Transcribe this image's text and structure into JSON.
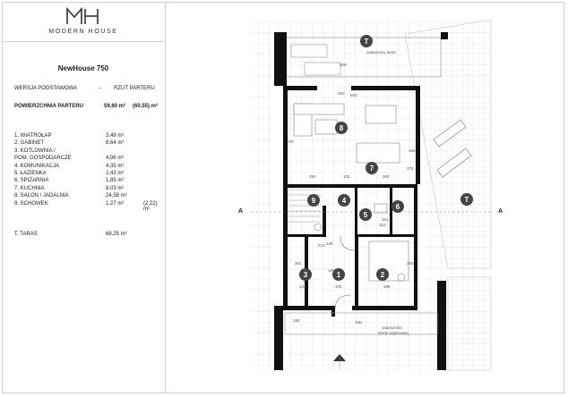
{
  "logo": {
    "mark": "MH",
    "text": "MODERN HOUSE"
  },
  "project": {
    "title": "NewHouse 750",
    "version_label": "WERSJA PODSTAWOWA",
    "separator": "-",
    "floor_label": "RZUT PARTERU",
    "area_label": "POWIERZCHNIA PARTERU",
    "area_value": "59,60 m²",
    "area_alt": "(60,55) m²"
  },
  "rooms": [
    {
      "label": "1.  WIATROŁAP",
      "value": "3,49 m²",
      "alt": ""
    },
    {
      "label": "2.  GABINET",
      "value": "8,64 m²",
      "alt": ""
    },
    {
      "label": "3.  KOTLOWNIA /",
      "value": "",
      "alt": ""
    },
    {
      "label": "     POM. GOSPODARCZE",
      "value": "4,96 m²",
      "alt": ""
    },
    {
      "label": "4.  KOMUNIKACJA",
      "value": "4,35 m²",
      "alt": ""
    },
    {
      "label": "5.  ŁAZIENKA",
      "value": "2,43 m²",
      "alt": ""
    },
    {
      "label": "6.  SPIŻARNIA",
      "value": "1,85 m²",
      "alt": ""
    },
    {
      "label": "7.  KUCHNIA",
      "value": "8,03 m²",
      "alt": ""
    },
    {
      "label": "8.  SALON / JADALNIA",
      "value": "24,58 m²",
      "alt": ""
    },
    {
      "label": "9.  SCHOWEK",
      "value": "1,27 m²",
      "alt": "(2,22) m²"
    }
  ],
  "terrace": {
    "label": "T.  TARAS",
    "value": "68,25 m²"
  },
  "plan": {
    "section_left": "A",
    "section_right": "A",
    "room_numbers": [
      "1",
      "2",
      "3",
      "4",
      "5",
      "6",
      "7",
      "8",
      "9"
    ],
    "terrace_marker": "T",
    "roofed_terrace": "zadaszony taras",
    "entrance_roof_1": "zadaszenie",
    "entrance_roof_2": "strefy wejściowej",
    "dims": [
      "929",
      "250",
      "693",
      "470",
      "250",
      "100",
      "300",
      "275",
      "213",
      "109",
      "185",
      "301",
      "144",
      "194",
      "288",
      "300",
      "831",
      "185",
      "151",
      "310",
      "185"
    ]
  },
  "colors": {
    "wall": "#111111",
    "grid": "#d9d9d9",
    "marker": "#444444"
  }
}
